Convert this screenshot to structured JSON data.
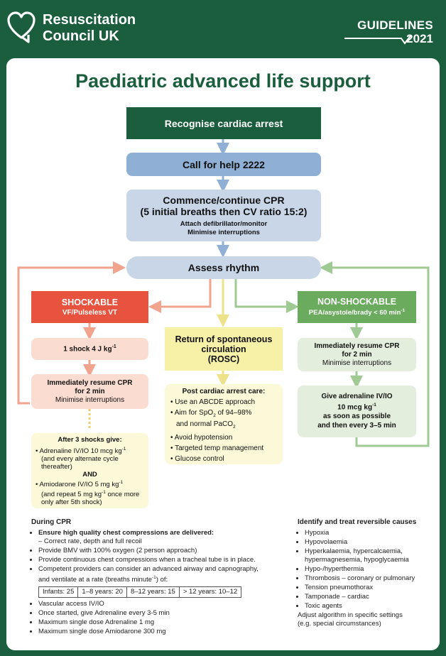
{
  "header": {
    "org_line1": "Resuscitation",
    "org_line2": "Council UK",
    "guidelines_label": "GUIDELINES",
    "guidelines_year": "2021"
  },
  "title": "Paediatric advanced life support",
  "steps": {
    "recognise": "Recognise cardiac arrest",
    "call": "Call for help 2222",
    "cpr_line1": "Commence/continue CPR",
    "cpr_line2": "(5 initial breaths then CV ratio 15:2)",
    "cpr_sub1": "Attach defibrillator/monitor",
    "cpr_sub2": "Minimise interruptions",
    "assess": "Assess rhythm"
  },
  "shockable": {
    "title": "SHOCKABLE",
    "subtitle": "VF/Pulseless VT",
    "shock": "1 shock 4 J kg",
    "shock_sup": "-1",
    "resume_title": "Immediately resume CPR",
    "resume_title2": "for 2 min",
    "resume_sub": "Minimise interruptions",
    "after_title": "After 3 shocks give:",
    "after_item1": "Adrenaline IV/IO 10 mcg kg",
    "after_item1_sup": "-1",
    "after_item1_note": "(and every alternate cycle thereafter)",
    "and": "AND",
    "after_item2": "Amiodarone IV/IO 5 mg kg",
    "after_item2_sup": "-1",
    "after_item2_note1": "(and repeat 5 mg kg",
    "after_item2_note_sup": "-1",
    "after_item2_note2": " once more only after 5th shock)"
  },
  "rosc": {
    "title1": "Return of spontaneous",
    "title2": "circulation",
    "title3": "(ROSC)",
    "care_title": "Post cardiac arrest care:",
    "care_items": [
      "Use an ABCDE approach",
      "Aim for SpO",
      "Avoid hypotension",
      "Targeted temp management",
      "Glucose control"
    ],
    "spo2_sub": "2",
    "spo2_rest": " of 94–98%",
    "paco2": "and normal PaCO",
    "paco2_sub": "2"
  },
  "nonshockable": {
    "title": "NON-SHOCKABLE",
    "subtitle": "PEA/asystole/brady < 60 min",
    "subtitle_sup": "-1",
    "resume_title": "Immediately resume CPR",
    "resume_title2": "for 2 min",
    "resume_sub": "Minimise interruptions",
    "adr1": "Give adrenaline IV/IO",
    "adr2": "10 mcg kg",
    "adr2_sup": "-1",
    "adr3": "as soon as possible",
    "adr4": "and then every 3–5 min"
  },
  "during_cpr": {
    "heading": "During CPR",
    "item1": "Ensure high quality chest compressions are delivered:",
    "item1_sub": "– Correct rate, depth and full recoil",
    "item2": "Provide BMV with 100% oxygen (2 person approach)",
    "item3": "Provide continuous chest compressions when a tracheal tube is in place.",
    "item4a": "Competent providers can consider an advanced airway and capnography,",
    "item4b": "and ventilate at a rate (breaths minute",
    "item4_sup": "-1",
    "item4c": ") of:",
    "vent_table": [
      "Infants: 25",
      "1–8 years: 20",
      "8–12 years: 15",
      "> 12 years: 10–12"
    ],
    "item5": "Vascular access IV/IO",
    "item6": "Once started, give Adrenaline every 3-5 min",
    "item7": "Maximum single dose Adrenaline 1 mg",
    "item8": "Maximum single dose Amiodarone 300 mg"
  },
  "reversible": {
    "heading": "Identify and treat reversible causes",
    "items": [
      "Hypoxia",
      "Hypovolaemia",
      "Hyperkalaemia, hypercalcaemia, hypermagnesemia, hypoglycaemia",
      "Hypo-/hyperthermia",
      "Thrombosis – coronary or pulmonary",
      "Tension pneumothorax",
      "Tamponade – cardiac",
      "Toxic agents"
    ],
    "footer1": "Adjust algorithm in specific settings",
    "footer2": "(e.g. special circumstances)"
  },
  "colors": {
    "brand_green": "#1b5e3d",
    "blue_box": "#8fafd4",
    "light_blue_box": "#c9d6e8",
    "shockable_red": "#e8533f",
    "shockable_light": "#fbdcd1",
    "rosc_yellow": "#f7f1a8",
    "rosc_light": "#fcf9d9",
    "nonshockable_green": "#6aab5e",
    "nonshockable_light": "#e3eedc"
  }
}
